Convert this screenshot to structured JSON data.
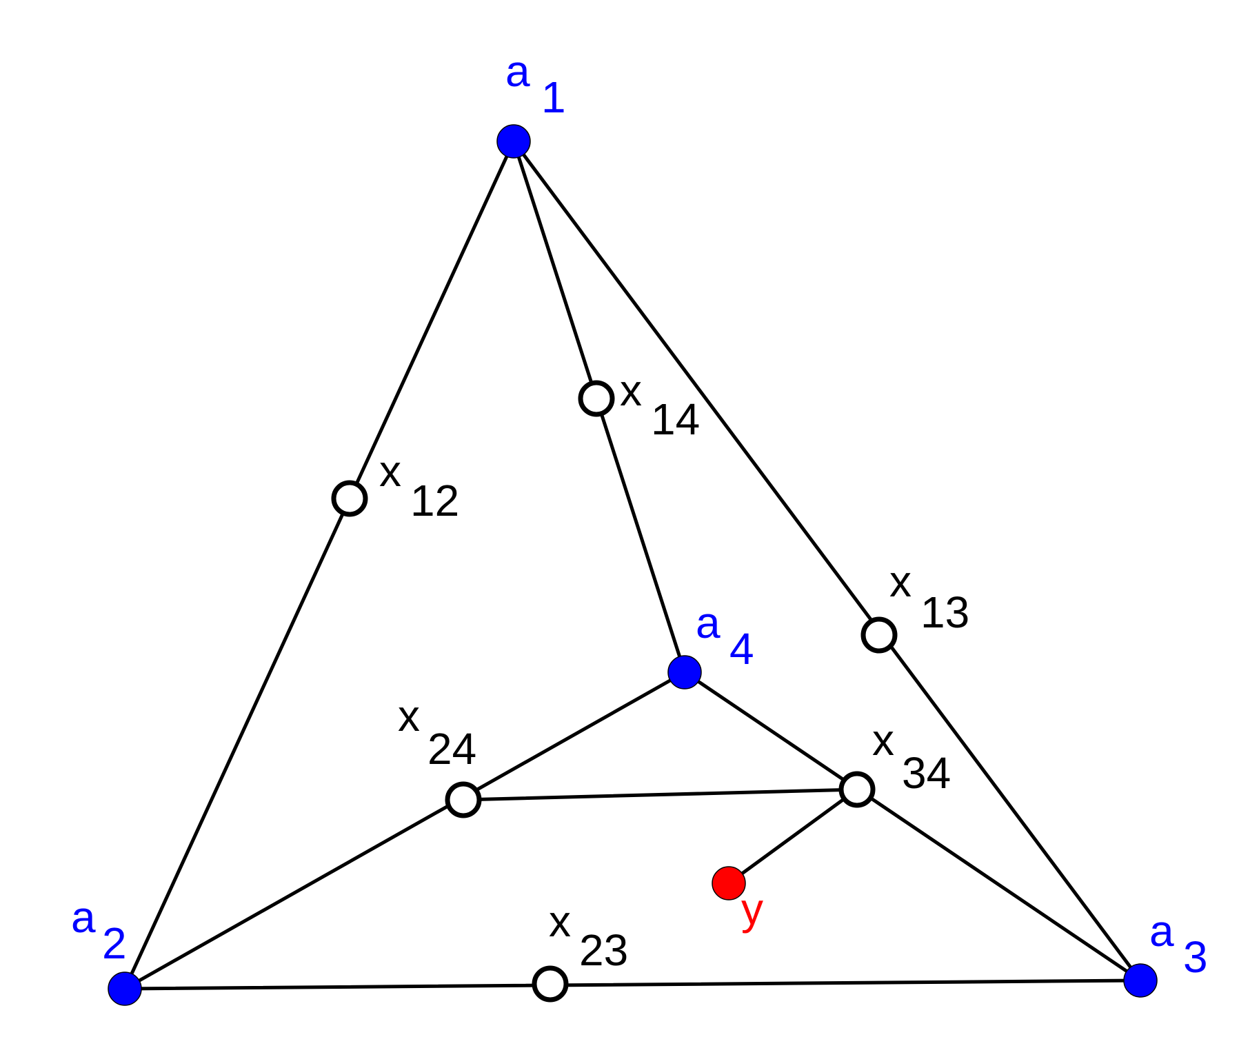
{
  "colors": {
    "vertex": "#0000ff",
    "midpoint_fill": "#ffffff",
    "edge": "#000000",
    "point_y": "#ff0000",
    "label_vertex": "#0000ff",
    "label_midpoint": "#000000",
    "label_y": "#ff0000"
  },
  "labels": {
    "a1": {
      "base": "a",
      "sub": "1"
    },
    "a2": {
      "base": "a",
      "sub": "2"
    },
    "a3": {
      "base": "a",
      "sub": "3"
    },
    "a4": {
      "base": "a",
      "sub": "4"
    },
    "x12": {
      "base": "x",
      "sub": "12"
    },
    "x13": {
      "base": "x",
      "sub": "13"
    },
    "x14": {
      "base": "x",
      "sub": "14"
    },
    "x23": {
      "base": "x",
      "sub": "23"
    },
    "x24": {
      "base": "x",
      "sub": "24"
    },
    "x34": {
      "base": "x",
      "sub": "34"
    },
    "y": "y"
  }
}
